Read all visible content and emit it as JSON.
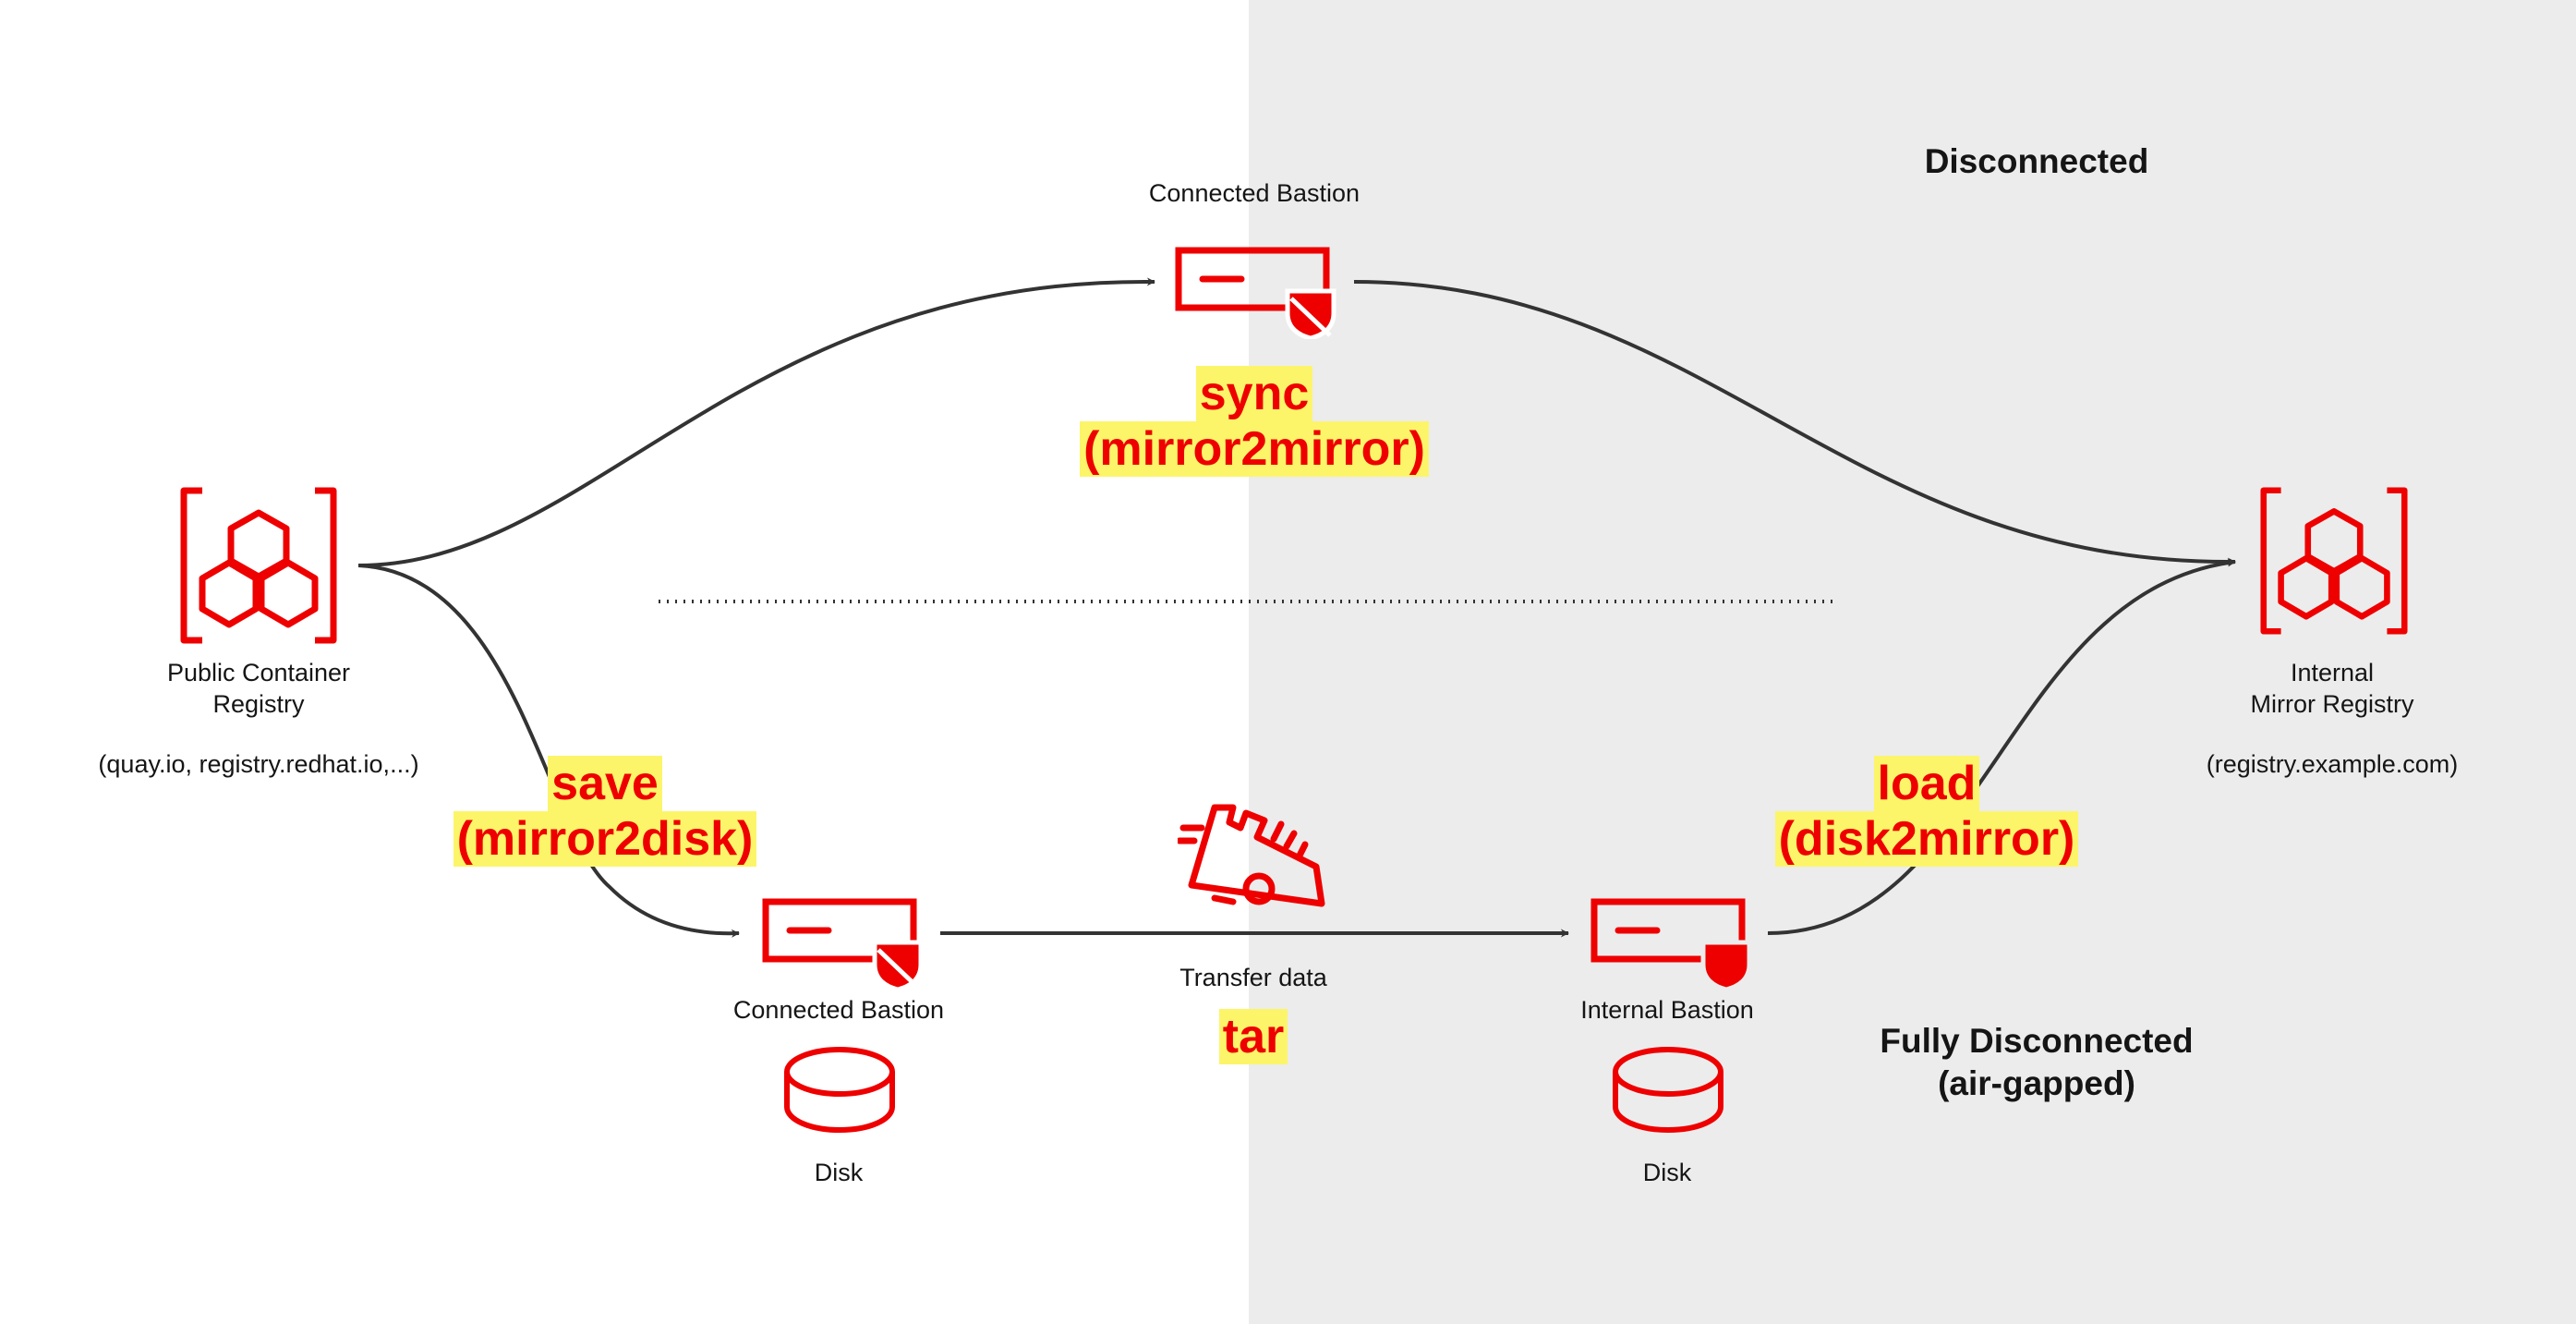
{
  "zones": {
    "disconnected": "Disconnected",
    "fully_disconnected": "Fully Disconnected\n(air-gapped)"
  },
  "nodes": {
    "public_registry": {
      "label": "Public Container\nRegistry",
      "sublabel": "(quay.io, registry.redhat.io,...)"
    },
    "connected_bastion_top": {
      "label": "Connected Bastion"
    },
    "internal_registry": {
      "label": "Internal\nMirror Registry",
      "sublabel": "(registry.example.com)"
    },
    "connected_bastion_bottom": {
      "label": "Connected Bastion"
    },
    "internal_bastion": {
      "label": "Internal Bastion"
    },
    "transfer": {
      "label": "Transfer data"
    },
    "disk_left": {
      "label": "Disk"
    },
    "disk_right": {
      "label": "Disk"
    }
  },
  "commands": {
    "sync": {
      "line1": "sync",
      "line2": "(mirror2mirror)"
    },
    "save": {
      "line1": "save",
      "line2": "(mirror2disk)"
    },
    "load": {
      "line1": "load",
      "line2": "(disk2mirror)"
    },
    "tar": {
      "line1": "tar"
    }
  },
  "colors": {
    "icon_red": "#ee0000",
    "highlight": "#fcf569",
    "disconnected_zone": "#ececec",
    "connector": "#333333"
  },
  "icons": {
    "registry": "registry-hexagons-icon",
    "bastion": "server-shield-icon",
    "disk": "disk-icon",
    "transfer": "removable-drive-transfer-icon"
  }
}
